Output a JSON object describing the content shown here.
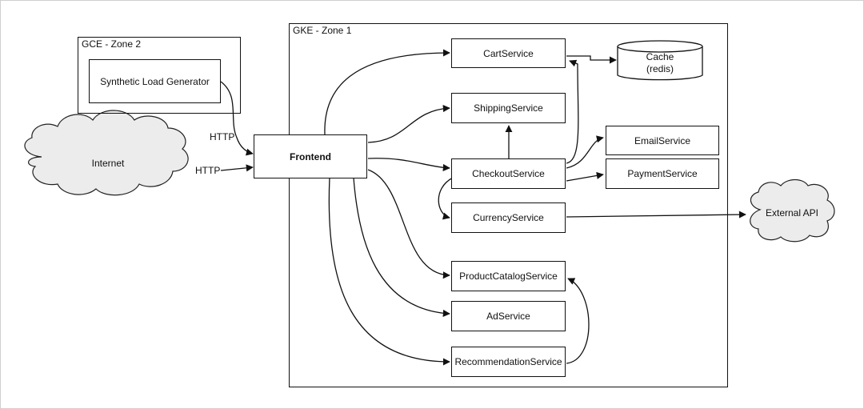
{
  "zones": {
    "gce": "GCE - Zone 2",
    "gke": "GKE - Zone 1"
  },
  "nodes": {
    "load_generator": "Synthetic Load Generator",
    "internet": "Internet",
    "frontend": "Frontend",
    "cart": "CartService",
    "cache_line1": "Cache",
    "cache_line2": "(redis)",
    "shipping": "ShippingService",
    "checkout": "CheckoutService",
    "email": "EmailService",
    "payment": "PaymentService",
    "currency": "CurrencyService",
    "external_api": "External API",
    "product_catalog": "ProductCatalogService",
    "ad": "AdService",
    "recommendation": "RecommendationService"
  },
  "edge_labels": {
    "http_top": "HTTP",
    "http_left": "HTTP"
  }
}
